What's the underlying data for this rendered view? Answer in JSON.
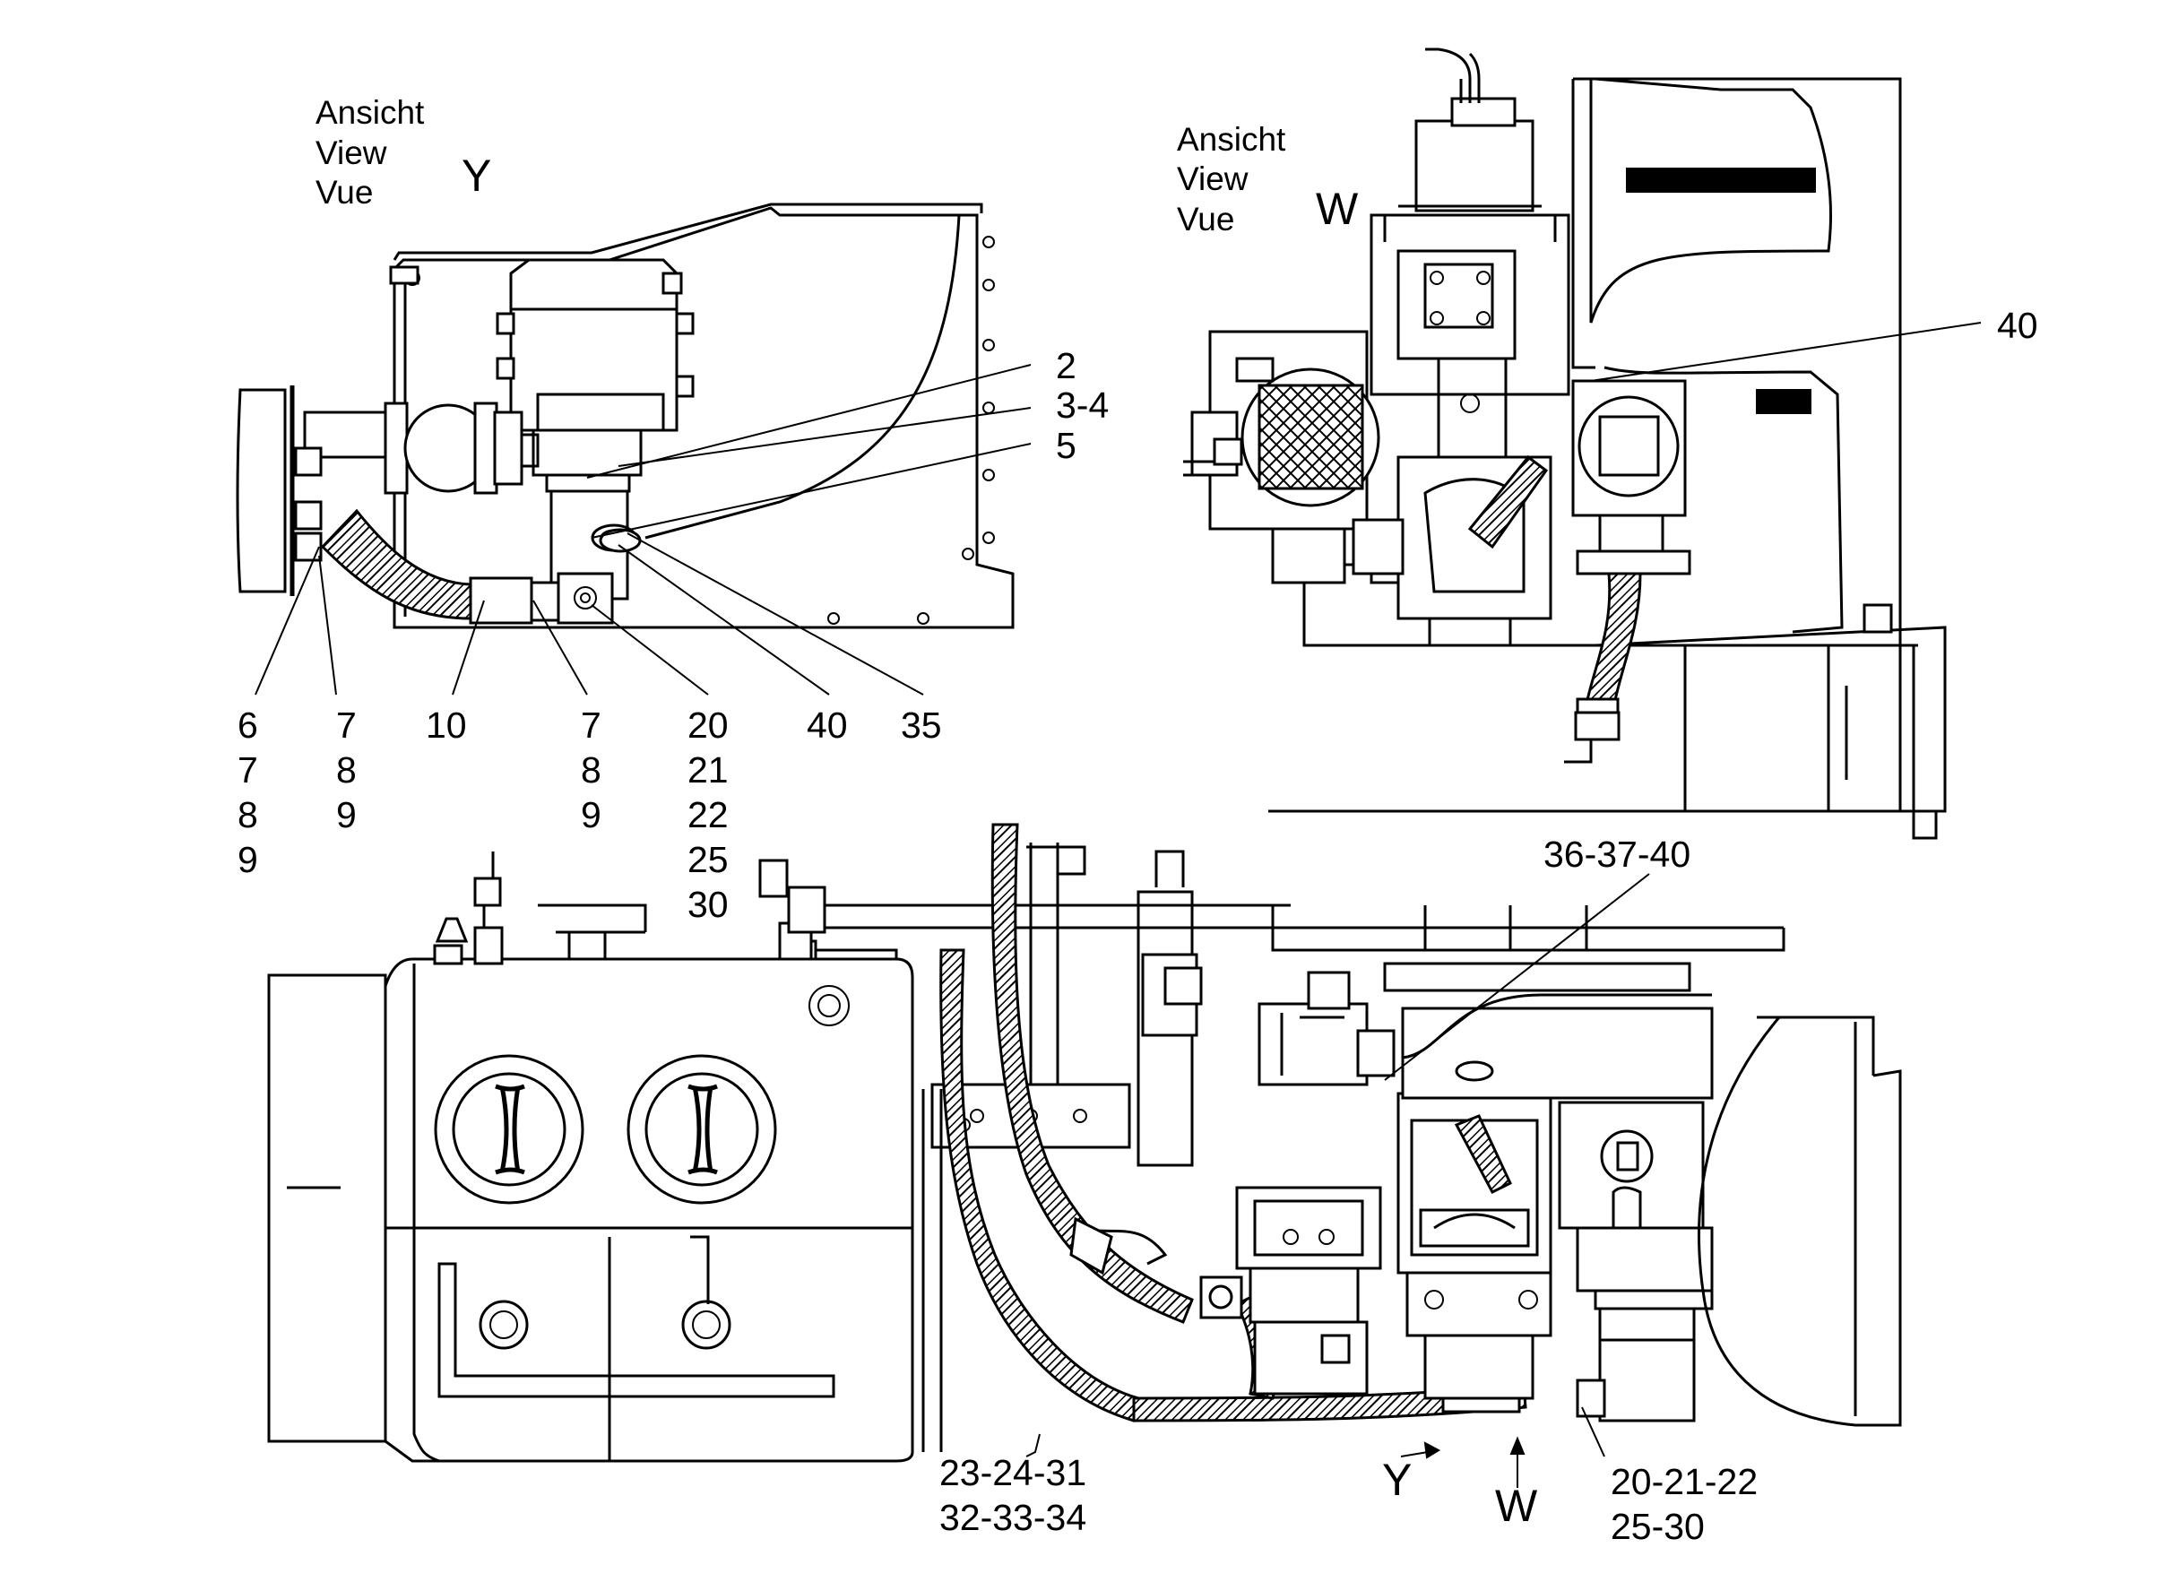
{
  "views": {
    "y": {
      "heading": [
        "Ansicht",
        "View",
        "Vue"
      ],
      "letter": "Y",
      "callouts": [
        "2",
        "3-4",
        "5"
      ],
      "bottom_labels": [
        [
          "6",
          "7",
          "8",
          "9"
        ],
        [
          "7",
          "8",
          "9"
        ],
        [
          "10"
        ],
        [
          "7",
          "8",
          "9"
        ],
        [
          "20",
          "21",
          "22",
          "25",
          "30"
        ],
        [
          "40"
        ],
        [
          "35"
        ]
      ]
    },
    "w": {
      "heading": [
        "Ansicht",
        "View",
        "Vue"
      ],
      "letter": "W",
      "callouts": [
        "40"
      ]
    },
    "main": {
      "callout_top": "36-37-40",
      "callout_left": [
        "23-24-31",
        "32-33-34"
      ],
      "callout_right": [
        "20-21-22",
        "25-30"
      ],
      "arrow_y": "Y",
      "arrow_w": "W"
    }
  }
}
